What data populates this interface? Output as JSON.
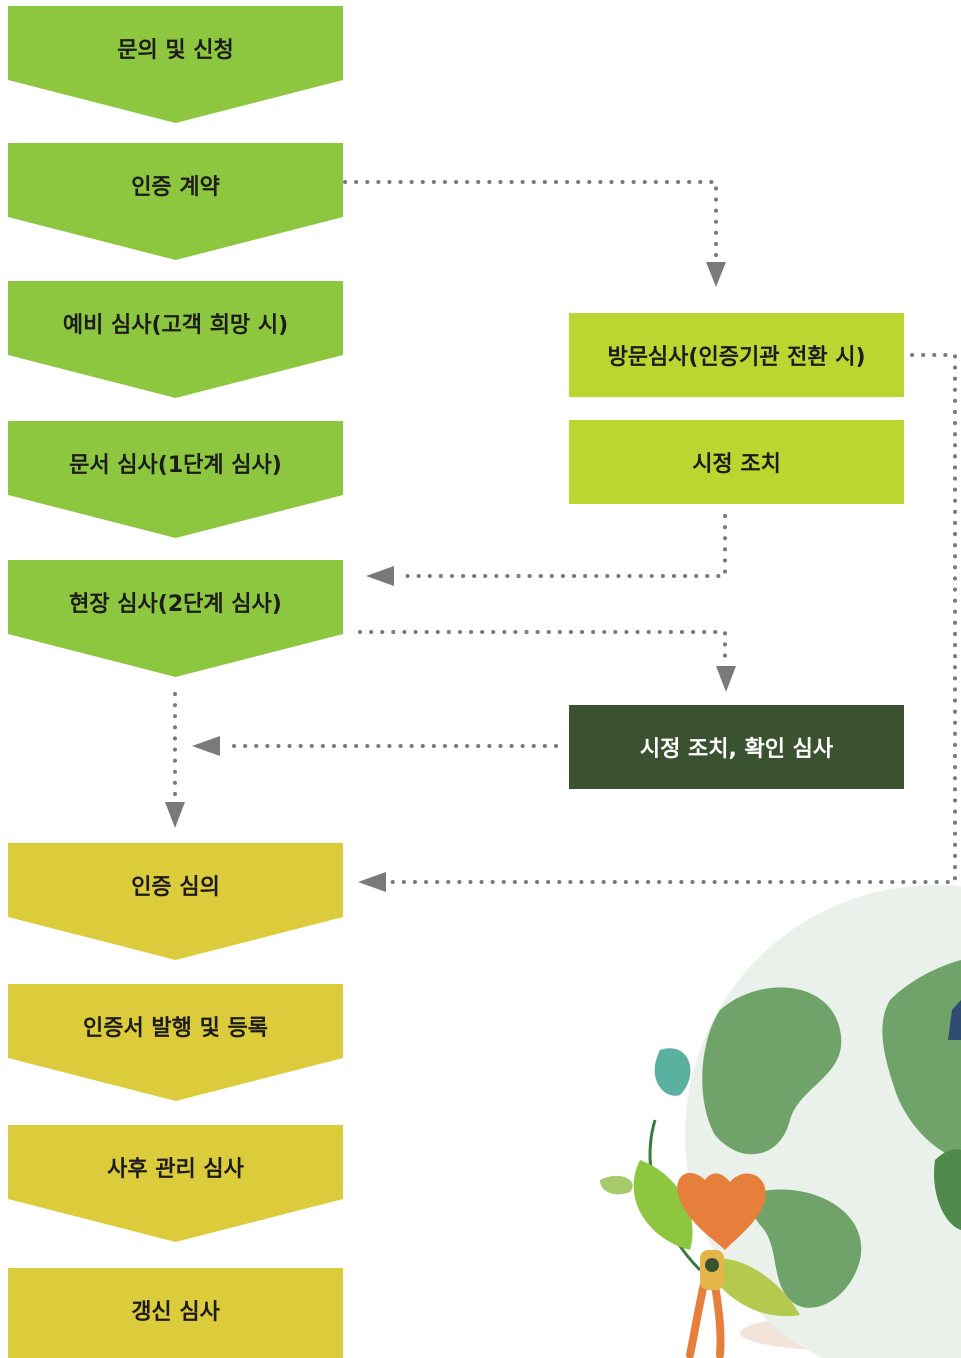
{
  "colors": {
    "green": "#8dc63f",
    "yellow": "#dccb3a",
    "lime": "#bcd631",
    "dark": "#3a5230",
    "connector": "#7a7a7a"
  },
  "flow_steps": [
    {
      "label": "문의 및 신청",
      "color": "green"
    },
    {
      "label": "인증 계약",
      "color": "green"
    },
    {
      "label": "예비 심사(고객 희망 시)",
      "color": "green"
    },
    {
      "label": "문서 심사(1단계 심사)",
      "color": "green"
    },
    {
      "label": "현장 심사(2단계 심사)",
      "color": "green"
    },
    {
      "label": "인증 심의",
      "color": "yellow"
    },
    {
      "label": "인증서 발행 및 등록",
      "color": "yellow"
    },
    {
      "label": "사후 관리 심사",
      "color": "yellow"
    },
    {
      "label": "갱신 심사",
      "color": "yellow"
    }
  ],
  "side_boxes": {
    "visit_audit": "방문심사(인증기관 전환 시)",
    "corrective_action": "시정 조치",
    "corrective_confirm": "시정 조치, 확인 심사"
  },
  "illustration": {
    "subject": "globe-with-plants-and-person-holding-heart"
  }
}
